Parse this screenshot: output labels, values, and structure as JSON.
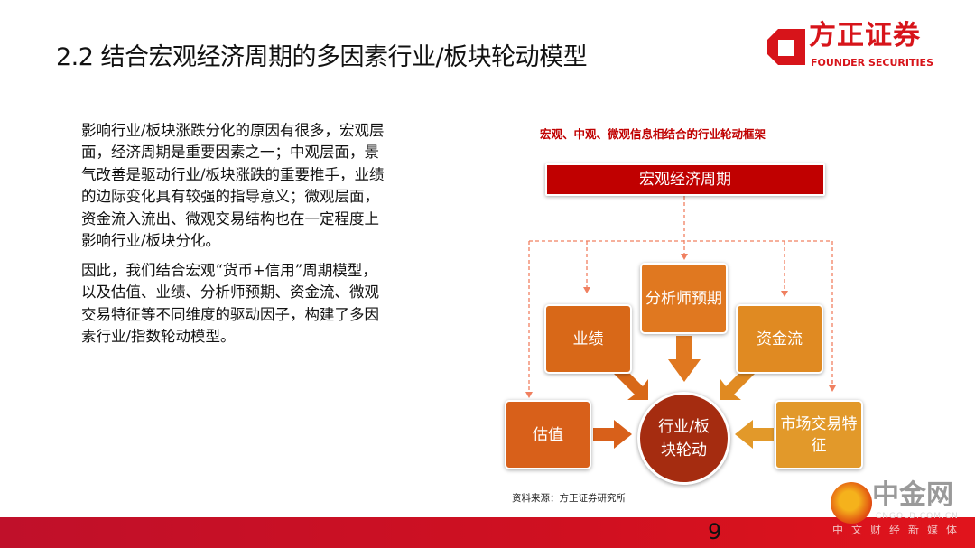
{
  "title": "2.2 结合宏观经济周期的多因素行业/板块轮动模型",
  "logo": {
    "cn": "方正证券",
    "en": "FOUNDER SECURITIES"
  },
  "body": {
    "paragraph1": [
      "影响行业/板块涨跌分化的原因有很多，宏观层",
      "面，经济周期是重要因素之一；中观层面，景",
      "气改善是驱动行业/板块涨跌的重要推手，业绩",
      "的边际变化具有较强的指导意义；微观层面，",
      "资金流入流出、微观交易结构也在一定程度上",
      "影响行业/板块分化。"
    ],
    "paragraph2": [
      "因此，我们结合宏观“货币+信用”周期模型，",
      "以及估值、业绩、分析师预期、资金流、微观",
      "交易特征等不同维度的驱动因子，构建了多因",
      "素行业/指数轮动模型。"
    ]
  },
  "diagram": {
    "title": "宏观、中观、微观信息相结合的行业轮动框架",
    "macro": "宏观经济周期",
    "analyst": "分析师预期",
    "performance": "业绩",
    "fund_flow": "资金流",
    "valuation": "估值",
    "market_trading": "市场交易特征",
    "core": [
      "行业/板",
      "块轮动"
    ],
    "colors": {
      "macro": "#c00000",
      "core": "#a52c10",
      "dash": "#f08060"
    }
  },
  "source": "资料来源：方正证券研究所",
  "page_number": "9",
  "watermark": {
    "cn": "中金网",
    "en": "CNGOLD.COM.CN",
    "sub": "中文财经新媒体"
  }
}
